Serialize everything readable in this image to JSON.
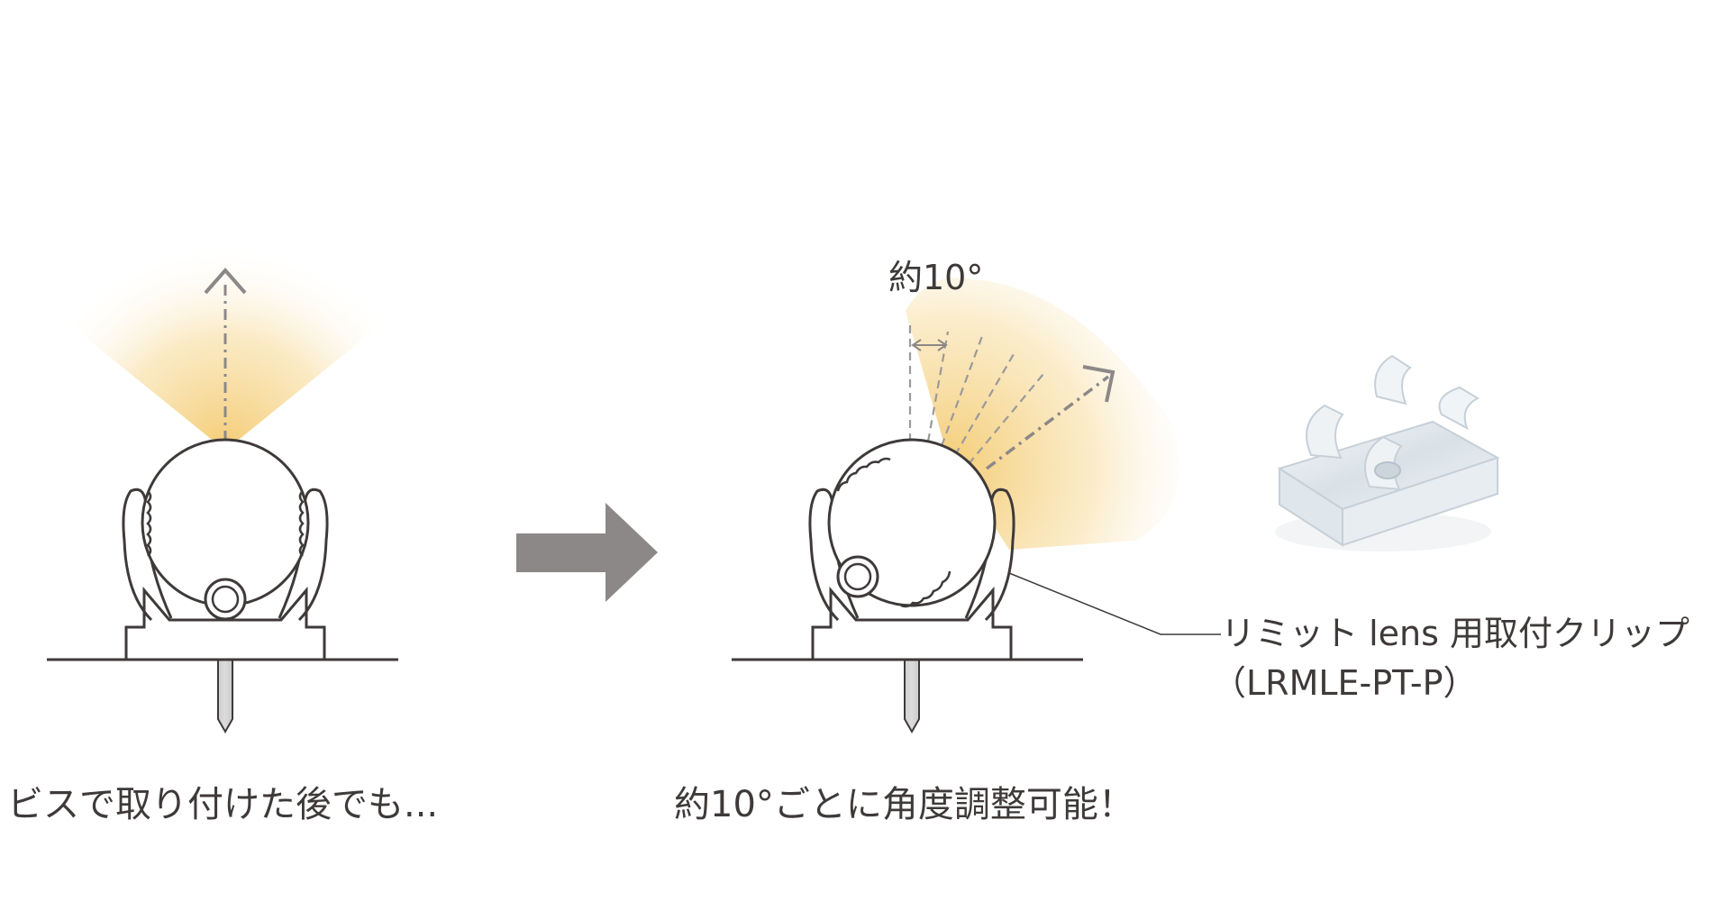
{
  "captions": {
    "left": "ビスで取り付けた後でも...",
    "right": "約10°ごとに角度調整可能！"
  },
  "angle_label": "約10°",
  "product": {
    "name": "リミット lens 用取付クリップ",
    "code": "（LRMLE-PT-P）"
  },
  "colors": {
    "line": "#3e3a39",
    "glow": "#f2c35c",
    "arrow_gray": "#8c8888",
    "dash_gray": "#9a9a9a"
  }
}
